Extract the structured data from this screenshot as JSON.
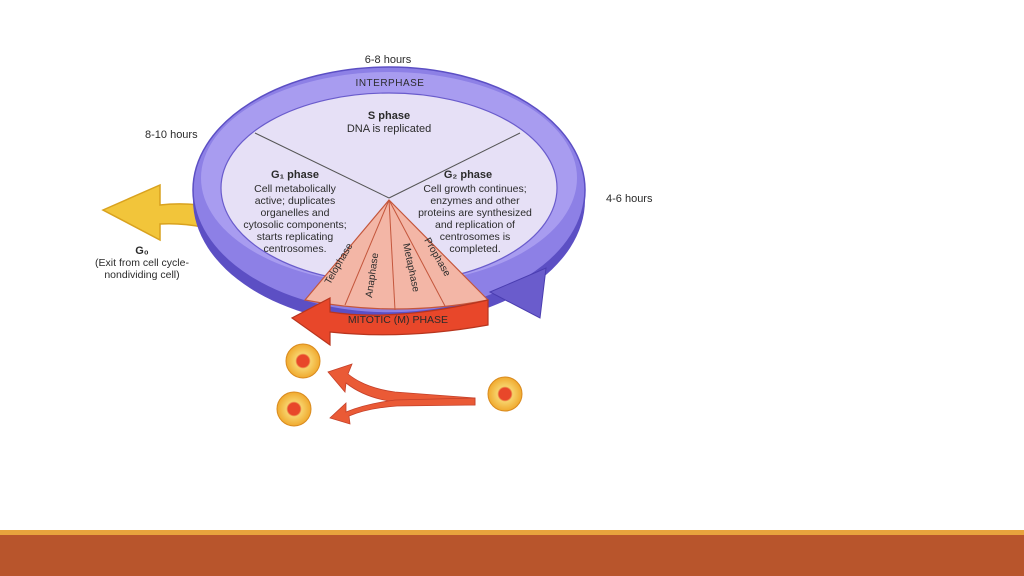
{
  "diagram": {
    "durations": {
      "s_phase": "6-8 hours",
      "g1_phase": "8-10 hours",
      "g2_phase": "4-6 hours"
    },
    "interphase_label": "INTERPHASE",
    "s_phase": {
      "title": "S phase",
      "line1": "DNA is replicated"
    },
    "g1_phase": {
      "title": "G₁ phase",
      "lines": [
        "Cell metabolically",
        "active; duplicates",
        "organelles and",
        "cytosolic components;",
        "starts replicating",
        "centrosomes."
      ]
    },
    "g2_phase": {
      "title": "G₂ phase",
      "lines": [
        "Cell growth continues;",
        "enzymes and other",
        "proteins are synthesized",
        "and replication of",
        "centrosomes is",
        "completed."
      ]
    },
    "g0": {
      "title": "G₀",
      "lines": [
        "(Exit from cell cycle-",
        "nondividing cell)"
      ]
    },
    "mitotic_phase_label": "MITOTIC (M) PHASE",
    "mitosis_stages": [
      "Telophase",
      "Anaphase",
      "Metaphase",
      "Prophase"
    ],
    "colors": {
      "interphase_ring": "#8d80e6",
      "interphase_ring_dark": "#5c4fc4",
      "interior": "#e6e0f6",
      "mitotic_wedge": "#f3b6a6",
      "mitotic_arrow": "#e8472a",
      "g0_arrow": "#f2c53a",
      "cell": "#f4b43a",
      "footer": "#b8552c",
      "footer_line": "#e8a33d"
    }
  }
}
